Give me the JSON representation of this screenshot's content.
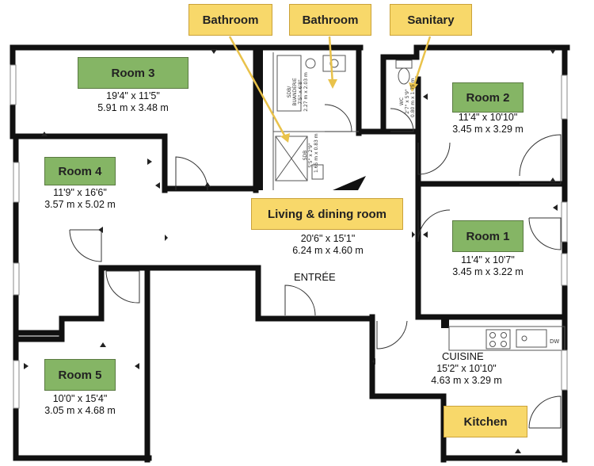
{
  "callouts": {
    "bathroom_left": "Bathroom",
    "bathroom_right": "Bathroom",
    "sanitary": "Sanitary",
    "kitchen": "Kitchen"
  },
  "rooms": {
    "room3": {
      "name": "Room 3",
      "imperial": "19'4\" x 11'5\"",
      "metric": "5.91 m x 3.48 m"
    },
    "room4": {
      "name": "Room 4",
      "imperial": "11'9\" x 16'6\"",
      "metric": "3.57 m x 5.02 m"
    },
    "room2": {
      "name": "Room 2",
      "imperial": "11'4\" x 10'10\"",
      "metric": "3.45 m x 3.29 m"
    },
    "room1": {
      "name": "Room 1",
      "imperial": "11'4\" x 10'7\"",
      "metric": "3.45 m x 3.22 m"
    },
    "room5": {
      "name": "Room 5",
      "imperial": "10'0\" x 15'4\"",
      "metric": "3.05 m x 4.68 m"
    },
    "living": {
      "name": "Living & dining room",
      "imperial": "20'6\" x 15'1\"",
      "metric": "6.24 m x 4.60 m"
    },
    "kitchen": {
      "name": "CUISINE",
      "imperial": "15'2\" x 10'10\"",
      "metric": "4.63 m x 3.29 m"
    }
  },
  "entry_label": "ENTRÉE",
  "small_rooms": {
    "sdb_buanderie": {
      "line1": "SDB/",
      "line2": "BUANDERIE",
      "line3": "7'5\" x 6'8\"",
      "line4": "2.27 m x 2.03 m"
    },
    "sdb_small": {
      "line1": "SDB",
      "line2": "5'5\" x 2'9\"",
      "line3": "1.65 m x 0.83 m"
    },
    "wc": {
      "line1": "WC",
      "line2": "2'7\" x 5'9\"",
      "line3": "0.80 m x 1.75 m"
    }
  },
  "appliance_label": "DW"
}
